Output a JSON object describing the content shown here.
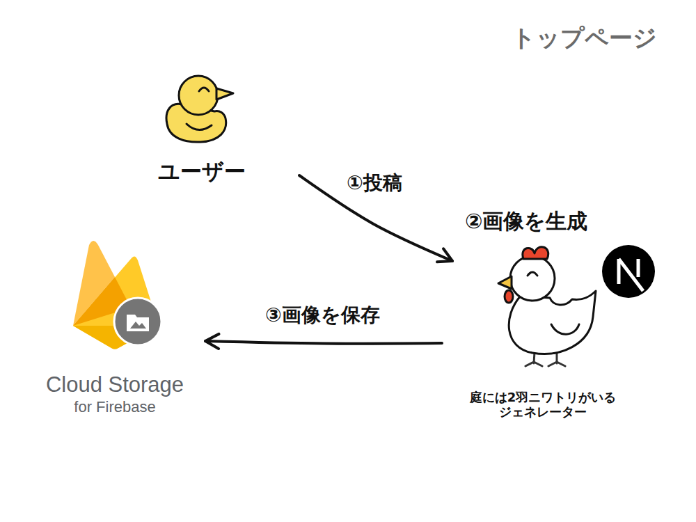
{
  "diagram": {
    "title": "トップページ",
    "nodes": [
      {
        "text": [
          "ユーザー"
        ]
      },
      {
        "text": [
          "庭には2羽ニワトリがいる ジェネレーター"
        ]
      },
      {
        "text": [
          "Cloud Storage",
          "for Firebase"
        ]
      }
    ],
    "edges": [
      {
        "from": 0,
        "to": 1,
        "label": "①投稿",
        "arrow": "to"
      },
      {
        "from": 1,
        "to": 2,
        "label": "③画像を保存",
        "arrow": "to"
      }
    ],
    "labels": [
      "②画像を生成"
    ]
  }
}
